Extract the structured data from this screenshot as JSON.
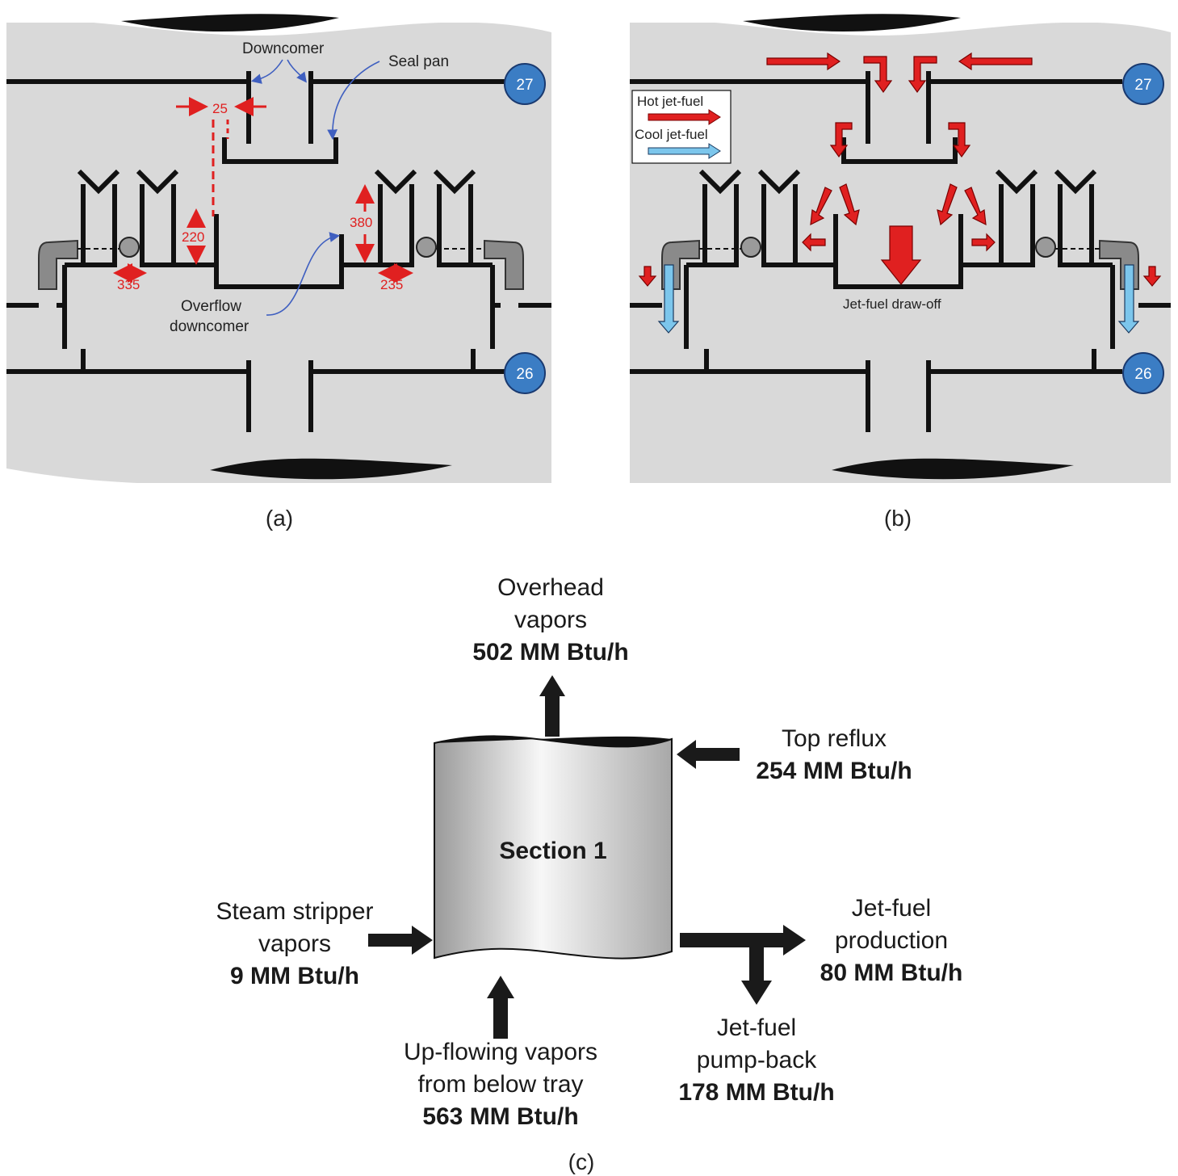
{
  "panel_a": {
    "caption": "(a)",
    "labels": {
      "downcomer": "Downcomer",
      "seal_pan": "Seal pan",
      "overflow_1": "Overflow",
      "overflow_2": "downcomer"
    },
    "dimensions": {
      "d25": "25",
      "d220": "220",
      "d380": "380",
      "d335": "335",
      "d235": "235"
    },
    "tray_top": "27",
    "tray_bottom": "26"
  },
  "panel_b": {
    "caption": "(b)",
    "legend": {
      "hot": "Hot jet-fuel",
      "cool": "Cool jet-fuel"
    },
    "drawoff_label": "Jet-fuel draw-off",
    "tray_top": "27",
    "tray_bottom": "26",
    "colors": {
      "hot": "#e02020",
      "cool": "#7cc6ec",
      "tray_badge": "#3b7dc4",
      "vessel": "#d9d9d9"
    }
  },
  "panel_c": {
    "caption": "(c)",
    "section_label": "Section 1",
    "streams": {
      "overhead": {
        "line1": "Overhead",
        "line2": "vapors",
        "value": "502 MM Btu/h"
      },
      "top_reflux": {
        "line1": "Top reflux",
        "value": "254 MM Btu/h"
      },
      "steam_stripper": {
        "line1": "Steam stripper",
        "line2": "vapors",
        "value": "9 MM Btu/h"
      },
      "upflowing": {
        "line1": "Up-flowing vapors",
        "line2": "from below tray",
        "value": "563 MM Btu/h"
      },
      "production": {
        "line1": "Jet-fuel",
        "line2": "production",
        "value": "80 MM Btu/h"
      },
      "pumpback": {
        "line1": "Jet-fuel",
        "line2": "pump-back",
        "value": "178 MM Btu/h"
      }
    }
  }
}
